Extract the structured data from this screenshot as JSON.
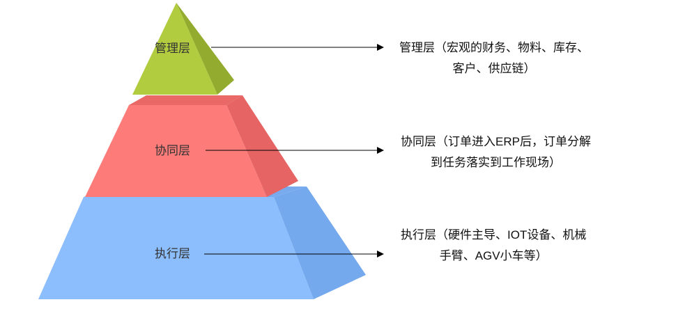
{
  "colors": {
    "management_front": "#b1cc3f",
    "management_side": "#93ac2f",
    "management_top": "#c5dc62",
    "coordination_front": "#fd7b78",
    "coordination_side": "#e66463",
    "coordination_top": "#ea6866",
    "execution_front": "#8cbdfd",
    "execution_side": "#74a9ee",
    "execution_top": "#79aaee",
    "arrow": "#000000"
  },
  "layers": {
    "management": {
      "label": "管理层",
      "desc_line1": "管理层（宏观的财务、物料、库存、",
      "desc_line2": "客户、供应链）"
    },
    "coordination": {
      "label": "协同层",
      "desc_line1": "协同层（订单进入ERP后，订单分解",
      "desc_line2": "到任务落实到工作现场）"
    },
    "execution": {
      "label": "执行层",
      "desc_line1": "执行层（硬件主导、IOT设备、机械",
      "desc_line2": "手臂、AGV小车等）"
    }
  }
}
